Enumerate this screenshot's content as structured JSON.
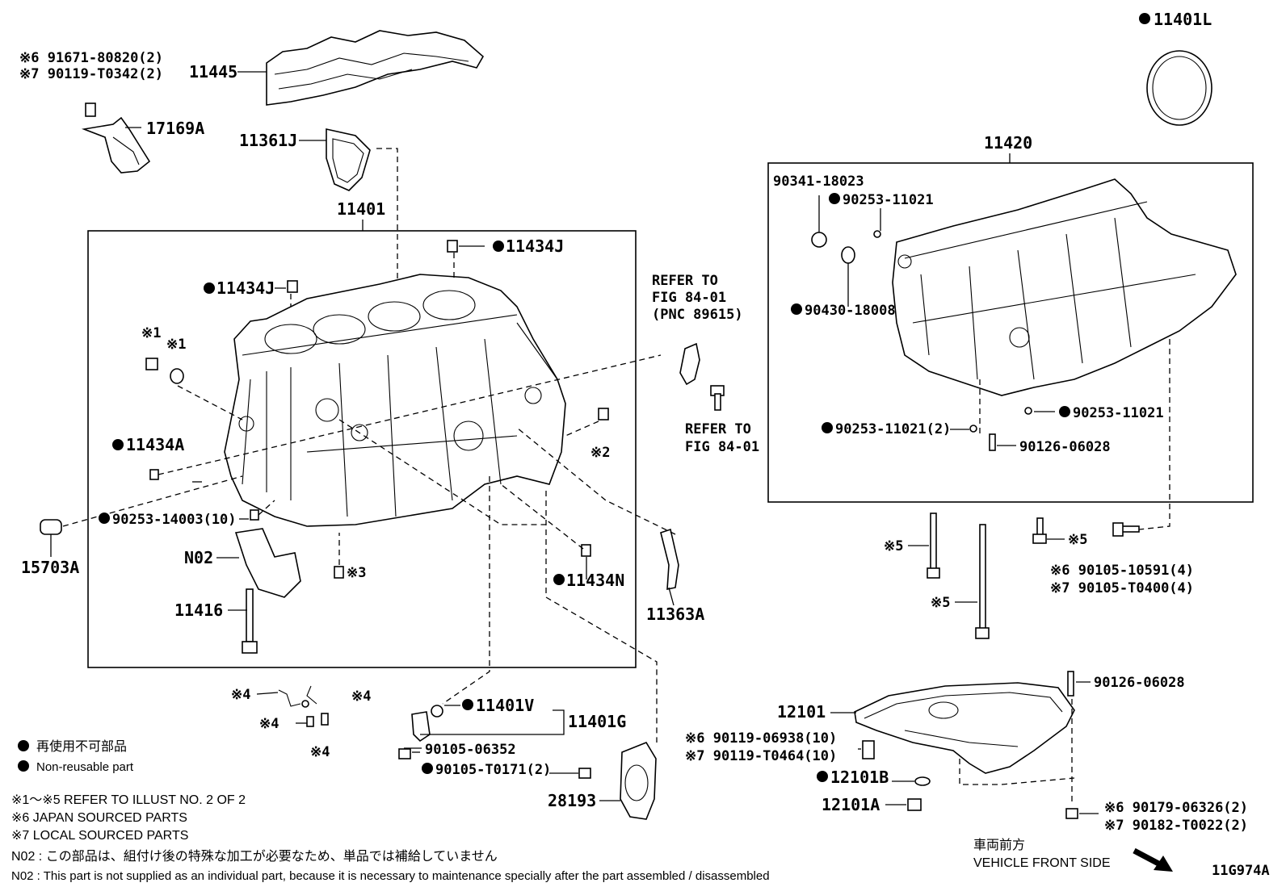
{
  "parts": {
    "p11401L": "11401L",
    "p11445": "11445",
    "b6_91671": "※6 91671-80820(2)",
    "b7_90119_T0342": "※7 90119-T0342(2)",
    "p17169A": "17169A",
    "p11361J": "11361J",
    "p11401": "11401",
    "p11434J_top": "11434J",
    "p11434J_left": "11434J",
    "s1a": "※1",
    "s1b": "※1",
    "p11434A": "11434A",
    "s2": "※2",
    "p90253_14003": "90253-14003(10)",
    "p15703A": "15703A",
    "pN02": "N02",
    "s3": "※3",
    "p11434N": "11434N",
    "p11416": "11416",
    "p11363A": "11363A",
    "s4a": "※4",
    "s4b": "※4",
    "s4c": "※4",
    "s4d": "※4",
    "p11401V": "11401V",
    "p11401G": "11401G",
    "p90105_06352": "90105-06352",
    "p90105_T0171": "90105-T0171(2)",
    "p28193": "28193",
    "p11420": "11420",
    "p90341_18023": "90341-18023",
    "p90253_11021_a": "90253-11021",
    "p90430_18008": "90430-18008",
    "p90253_11021_b": "90253-11021",
    "p90253_11021_c": "90253-11021(2)",
    "p90126_06028_a": "90126-06028",
    "s5a": "※5",
    "s5b": "※5",
    "s5c": "※5",
    "b6_90105_10591": "※6 90105-10591(4)",
    "b7_90105_T0400": "※7 90105-T0400(4)",
    "p90126_06028_b": "90126-06028",
    "p12101": "12101",
    "b6_90119_06938": "※6 90119-06938(10)",
    "b7_90119_T0464": "※7 90119-T0464(10)",
    "p12101B": "12101B",
    "p12101A": "12101A",
    "b6_90179_06326": "※6 90179-06326(2)",
    "b7_90182_T0022": "※7 90182-T0022(2)"
  },
  "refer": {
    "r1_line1": "REFER TO",
    "r1_line2": "FIG 84-01",
    "r1_line3": "(PNC 89615)",
    "r2_line1": "REFER TO",
    "r2_line2": "FIG 84-01"
  },
  "legend": {
    "nonreusable_jp": "再使用不可部品",
    "nonreusable_en": "Non-reusable part",
    "note1": "※1～※5  REFER TO ILLUST NO. 2 OF 2",
    "note6": "※6 JAPAN SOURCED PARTS",
    "note7": "※7 LOCAL SOURCED PARTS",
    "n02_jp": "N02 : この部品は、組付け後の特殊な加工が必要なため、単品では補給していません",
    "n02_en": "N02 : This part is not supplied as an individual part, because it is necessary to maintenance specially after the part assembled / disassembled"
  },
  "orientation": {
    "jp": "車両前方",
    "en": "VEHICLE FRONT SIDE"
  },
  "illustration_id": "11G974A"
}
